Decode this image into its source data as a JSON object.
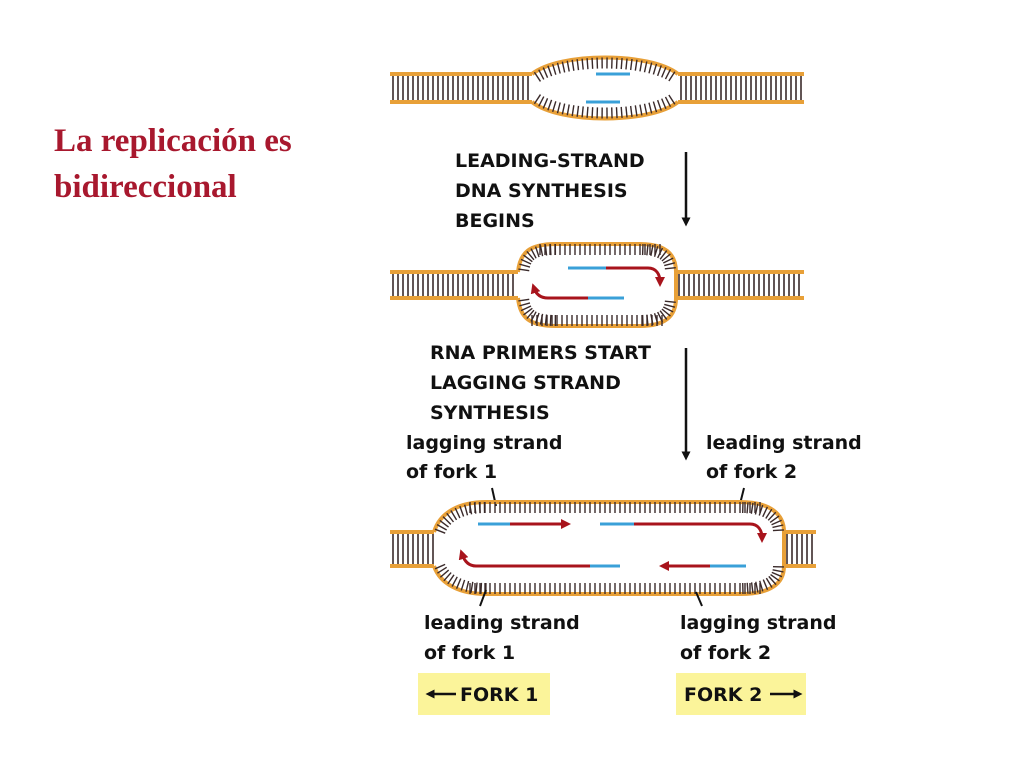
{
  "slide": {
    "title_line1": "La replicación es",
    "title_line2": "bidireccional"
  },
  "steps": {
    "step1": [
      "LEADING-STRAND",
      "DNA SYNTHESIS",
      "BEGINS"
    ],
    "step2": [
      "RNA PRIMERS START",
      "LAGGING STRAND",
      "SYNTHESIS"
    ]
  },
  "labels": {
    "lagging_fork1": [
      "lagging strand",
      "of fork 1"
    ],
    "leading_fork2": [
      "leading strand",
      "of fork 2"
    ],
    "leading_fork1": [
      "leading strand",
      "of fork 1"
    ],
    "lagging_fork2": [
      "lagging strand",
      "of fork 2"
    ]
  },
  "forks": {
    "fork1": "FORK 1",
    "fork2": "FORK 2"
  },
  "colors": {
    "title": "#a8182e",
    "backbone": "#e8a038",
    "rung": "#3a2a2a",
    "rna_primer": "#3aa0d8",
    "new_dna": "#a8141c",
    "fork_box": "#fbf49a"
  }
}
